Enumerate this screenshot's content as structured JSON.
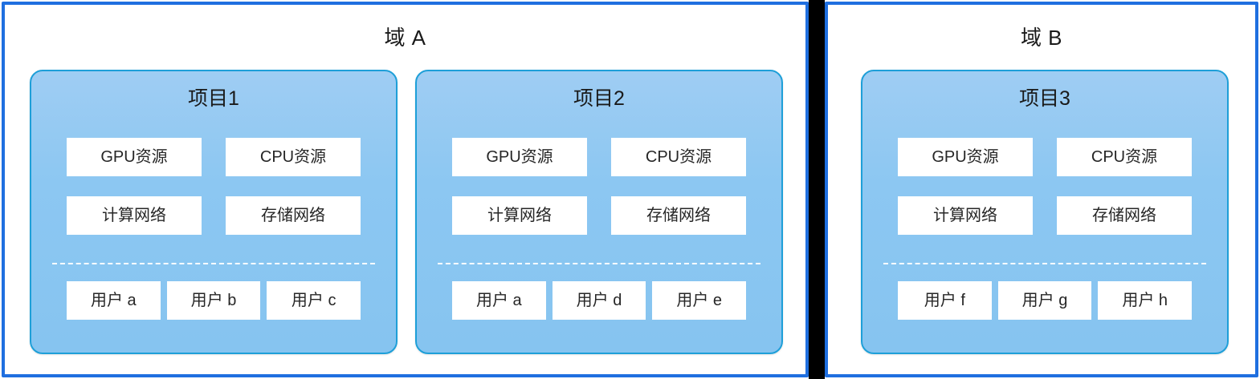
{
  "diagram": {
    "colors": {
      "domain_border": "#1f6fe0",
      "divider": "#000000",
      "card_border": "#1e9fd8",
      "card_fill_top": "#9fcdf3",
      "card_fill_bottom": "#86c4f0",
      "box_fill": "#ffffff",
      "separator": "#ffffff",
      "text": "#1a1a1a"
    },
    "domains": [
      {
        "id": "domain-a",
        "title": "域 A",
        "projects": [
          {
            "id": "project-1",
            "title": "项目1",
            "resources": [
              "GPU资源",
              "CPU资源",
              "计算网络",
              "存储网络"
            ],
            "users": [
              "用户 a",
              "用户 b",
              "用户 c"
            ]
          },
          {
            "id": "project-2",
            "title": "项目2",
            "resources": [
              "GPU资源",
              "CPU资源",
              "计算网络",
              "存储网络"
            ],
            "users": [
              "用户 a",
              "用户 d",
              "用户 e"
            ]
          }
        ]
      },
      {
        "id": "domain-b",
        "title": "域 B",
        "projects": [
          {
            "id": "project-3",
            "title": "项目3",
            "resources": [
              "GPU资源",
              "CPU资源",
              "计算网络",
              "存储网络"
            ],
            "users": [
              "用户 f",
              "用户 g",
              "用户 h"
            ]
          }
        ]
      }
    ]
  }
}
